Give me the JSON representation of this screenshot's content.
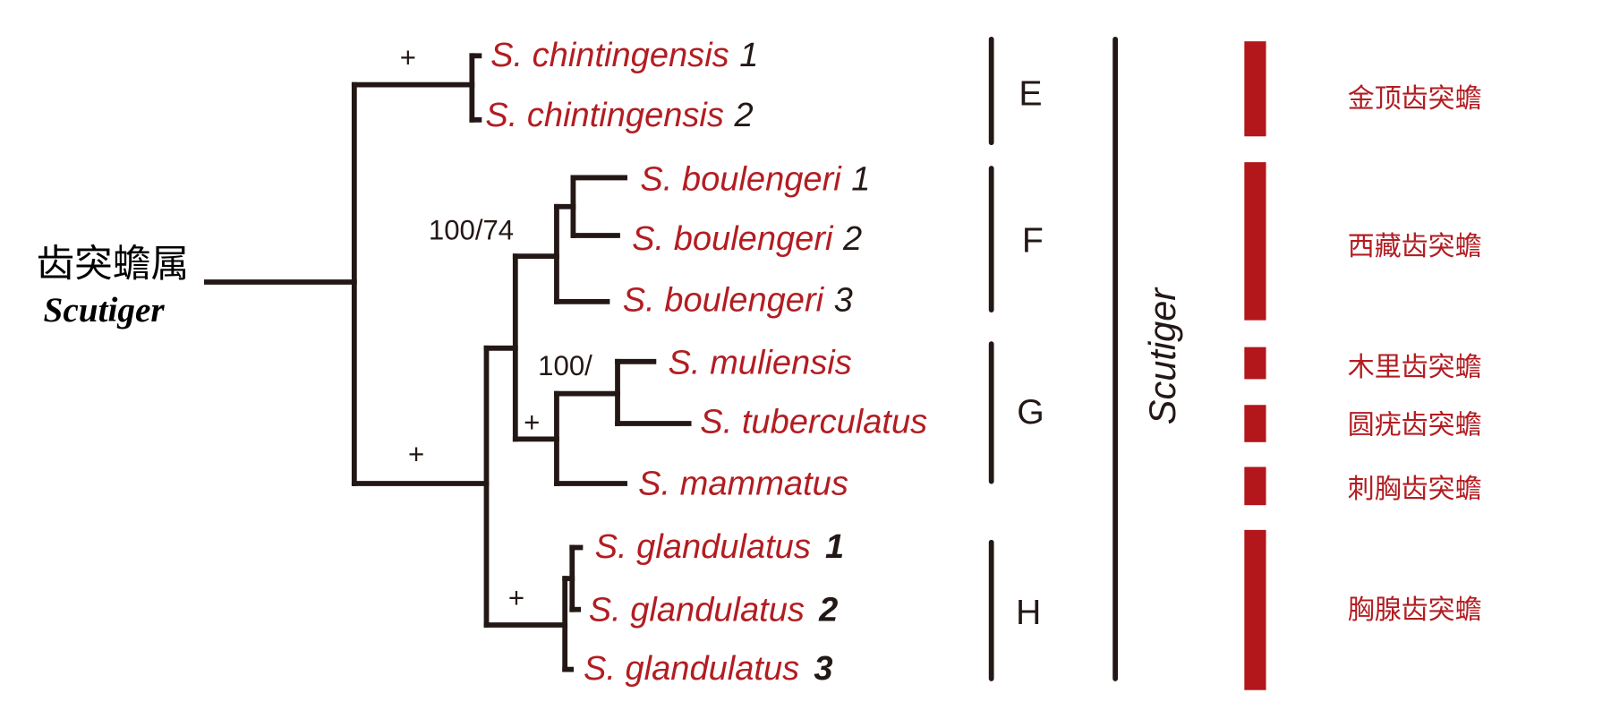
{
  "root": {
    "chinese_label": "齿突蟾属",
    "latin_label": "Scutiger"
  },
  "taxa": [
    {
      "name": "S. chintingensis",
      "number": "1"
    },
    {
      "name": "S. chintingensis",
      "number": "2"
    },
    {
      "name": "S. boulengeri",
      "number": "1"
    },
    {
      "name": "S. boulengeri",
      "number": "2"
    },
    {
      "name": "S. boulengeri",
      "number": "3"
    },
    {
      "name": "S. muliensis"
    },
    {
      "name": "S. tuberculatus"
    },
    {
      "name": "S. mammatus"
    },
    {
      "name": "S. glandulatus",
      "number": "1"
    },
    {
      "name": "S. glandulatus",
      "number": "2"
    },
    {
      "name": "S. glandulatus",
      "number": "3"
    }
  ],
  "support": {
    "chintingensis_node": "+",
    "boulengeri_node": "100/74",
    "main_lower_node": "+",
    "muliensis_tuberculatus_node": "100/",
    "g_clade_node": "+",
    "glandulatus_node": "+"
  },
  "clades": [
    "E",
    "F",
    "G",
    "H"
  ],
  "genus_bar_label": "Scutiger",
  "chinese_names": [
    "金顶齿突蟾",
    "西藏齿突蟾",
    "木里齿突蟾",
    "圆疣齿突蟾",
    "刺胸齿突蟾",
    "胸腺齿突蟾"
  ],
  "colors": {
    "taxon_red": "#b21d22",
    "bar_red": "#b3161b",
    "line": "#231815"
  }
}
